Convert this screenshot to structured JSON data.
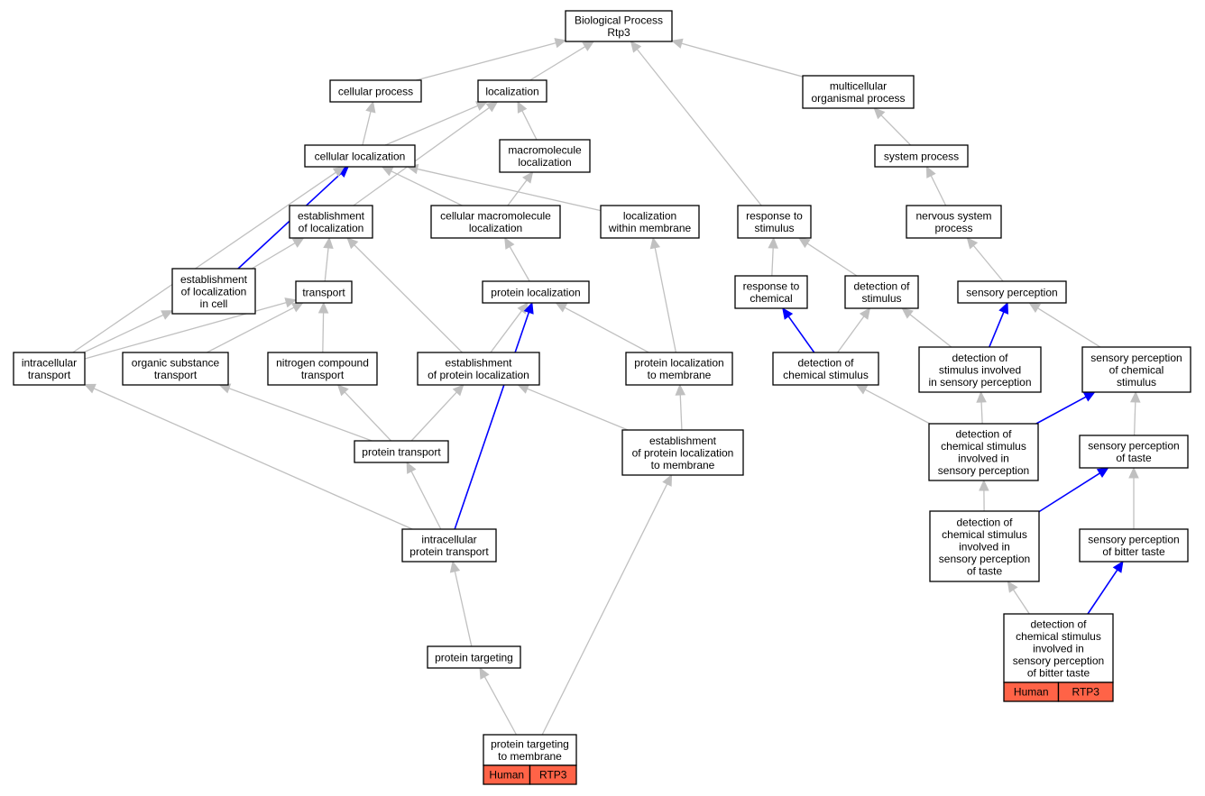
{
  "graph": {
    "nodes": {
      "bp": {
        "lines": [
          "Biological Process",
          "Rtp3"
        ]
      },
      "cp": {
        "lines": [
          "cellular process"
        ]
      },
      "loc": {
        "lines": [
          "localization"
        ]
      },
      "mop": {
        "lines": [
          "multicellular",
          "organismal process"
        ]
      },
      "cl": {
        "lines": [
          "cellular localization"
        ]
      },
      "ml": {
        "lines": [
          "macromolecule",
          "localization"
        ]
      },
      "sysp": {
        "lines": [
          "system process"
        ]
      },
      "eol": {
        "lines": [
          "establishment",
          "of localization"
        ]
      },
      "cml": {
        "lines": [
          "cellular macromolecule",
          "localization"
        ]
      },
      "lwm": {
        "lines": [
          "localization",
          "within membrane"
        ]
      },
      "rts": {
        "lines": [
          "response to",
          "stimulus"
        ]
      },
      "nsp": {
        "lines": [
          "nervous system",
          "process"
        ]
      },
      "eolc": {
        "lines": [
          "establishment",
          "of localization",
          "in cell"
        ]
      },
      "tr": {
        "lines": [
          "transport"
        ]
      },
      "pl": {
        "lines": [
          "protein localization"
        ]
      },
      "rtc": {
        "lines": [
          "response to",
          "chemical"
        ]
      },
      "dos": {
        "lines": [
          "detection of",
          "stimulus"
        ]
      },
      "sp": {
        "lines": [
          "sensory perception"
        ]
      },
      "it": {
        "lines": [
          "intracellular",
          "transport"
        ]
      },
      "ost": {
        "lines": [
          "organic substance",
          "transport"
        ]
      },
      "nct": {
        "lines": [
          "nitrogen compound",
          "transport"
        ]
      },
      "epl": {
        "lines": [
          "establishment",
          "of protein localization"
        ]
      },
      "pltm": {
        "lines": [
          "protein localization",
          "to membrane"
        ]
      },
      "docs": {
        "lines": [
          "detection of",
          "chemical stimulus"
        ]
      },
      "dosisp": {
        "lines": [
          "detection of",
          "stimulus involved",
          "in sensory perception"
        ]
      },
      "spcs": {
        "lines": [
          "sensory perception",
          "of chemical",
          "stimulus"
        ]
      },
      "pt": {
        "lines": [
          "protein transport"
        ]
      },
      "epltm": {
        "lines": [
          "establishment",
          "of protein localization",
          "to membrane"
        ]
      },
      "docsisp": {
        "lines": [
          "detection of",
          "chemical stimulus",
          "involved in",
          "sensory perception"
        ]
      },
      "spt": {
        "lines": [
          "sensory perception",
          "of taste"
        ]
      },
      "ipt": {
        "lines": [
          "intracellular",
          "protein transport"
        ]
      },
      "docsispt": {
        "lines": [
          "detection of",
          "chemical stimulus",
          "involved in",
          "sensory perception",
          "of taste"
        ]
      },
      "spbt": {
        "lines": [
          "sensory perception",
          "of bitter taste"
        ]
      },
      "ptg": {
        "lines": [
          "protein targeting"
        ]
      },
      "docsispbt": {
        "lines": [
          "detection of",
          "chemical stimulus",
          "involved in",
          "sensory perception",
          "of bitter taste"
        ],
        "tags": [
          "Human",
          "RTP3"
        ]
      },
      "ptgm": {
        "lines": [
          "protein targeting",
          "to membrane"
        ],
        "tags": [
          "Human",
          "RTP3"
        ]
      }
    },
    "edges": [
      {
        "from": "cp",
        "to": "bp",
        "color": "gray"
      },
      {
        "from": "loc",
        "to": "bp",
        "color": "gray"
      },
      {
        "from": "mop",
        "to": "bp",
        "color": "gray"
      },
      {
        "from": "rts",
        "to": "bp",
        "color": "gray"
      },
      {
        "from": "cl",
        "to": "cp",
        "color": "gray"
      },
      {
        "from": "cl",
        "to": "loc",
        "color": "gray"
      },
      {
        "from": "ml",
        "to": "loc",
        "color": "gray"
      },
      {
        "from": "eol",
        "to": "loc",
        "color": "gray"
      },
      {
        "from": "sysp",
        "to": "mop",
        "color": "gray"
      },
      {
        "from": "nsp",
        "to": "sysp",
        "color": "gray"
      },
      {
        "from": "sp",
        "to": "nsp",
        "color": "gray"
      },
      {
        "from": "cml",
        "to": "cl",
        "color": "gray"
      },
      {
        "from": "cml",
        "to": "ml",
        "color": "gray"
      },
      {
        "from": "lwm",
        "to": "cl",
        "color": "gray"
      },
      {
        "from": "eolc",
        "to": "cl",
        "color": "blue"
      },
      {
        "from": "it",
        "to": "cl",
        "color": "gray"
      },
      {
        "from": "eolc",
        "to": "eol",
        "color": "gray"
      },
      {
        "from": "tr",
        "to": "eol",
        "color": "gray"
      },
      {
        "from": "epl",
        "to": "eol",
        "color": "gray"
      },
      {
        "from": "it",
        "to": "eolc",
        "color": "gray"
      },
      {
        "from": "it",
        "to": "tr",
        "color": "gray"
      },
      {
        "from": "ost",
        "to": "tr",
        "color": "gray"
      },
      {
        "from": "nct",
        "to": "tr",
        "color": "gray"
      },
      {
        "from": "pl",
        "to": "cml",
        "color": "gray"
      },
      {
        "from": "pltm",
        "to": "lwm",
        "color": "gray"
      },
      {
        "from": "epl",
        "to": "pl",
        "color": "gray"
      },
      {
        "from": "pltm",
        "to": "pl",
        "color": "gray"
      },
      {
        "from": "ipt",
        "to": "pl",
        "color": "blue"
      },
      {
        "from": "rtc",
        "to": "rts",
        "color": "gray"
      },
      {
        "from": "dos",
        "to": "rts",
        "color": "gray"
      },
      {
        "from": "docs",
        "to": "rtc",
        "color": "blue"
      },
      {
        "from": "docs",
        "to": "dos",
        "color": "gray"
      },
      {
        "from": "dosisp",
        "to": "dos",
        "color": "gray"
      },
      {
        "from": "dosisp",
        "to": "sp",
        "color": "blue"
      },
      {
        "from": "spcs",
        "to": "sp",
        "color": "gray"
      },
      {
        "from": "pt",
        "to": "ost",
        "color": "gray"
      },
      {
        "from": "pt",
        "to": "nct",
        "color": "gray"
      },
      {
        "from": "pt",
        "to": "epl",
        "color": "gray"
      },
      {
        "from": "epltm",
        "to": "epl",
        "color": "gray"
      },
      {
        "from": "epltm",
        "to": "pltm",
        "color": "gray"
      },
      {
        "from": "docsisp",
        "to": "docs",
        "color": "gray"
      },
      {
        "from": "docsisp",
        "to": "dosisp",
        "color": "gray"
      },
      {
        "from": "docsisp",
        "to": "spcs",
        "color": "blue"
      },
      {
        "from": "spt",
        "to": "spcs",
        "color": "gray"
      },
      {
        "from": "ipt",
        "to": "it",
        "color": "gray"
      },
      {
        "from": "ipt",
        "to": "pt",
        "color": "gray"
      },
      {
        "from": "docsispt",
        "to": "docsisp",
        "color": "gray"
      },
      {
        "from": "docsispt",
        "to": "spt",
        "color": "blue"
      },
      {
        "from": "spbt",
        "to": "spt",
        "color": "gray"
      },
      {
        "from": "ptg",
        "to": "ipt",
        "color": "gray"
      },
      {
        "from": "docsispbt",
        "to": "docsispt",
        "color": "gray"
      },
      {
        "from": "docsispbt",
        "to": "spbt",
        "color": "blue"
      },
      {
        "from": "ptgm",
        "to": "ptg",
        "color": "gray"
      },
      {
        "from": "ptgm",
        "to": "epltm",
        "color": "gray"
      }
    ],
    "colors": {
      "tag_fill": "#ff6347",
      "edge_gray": "#c0c0c0",
      "edge_blue": "#0000ff"
    }
  }
}
